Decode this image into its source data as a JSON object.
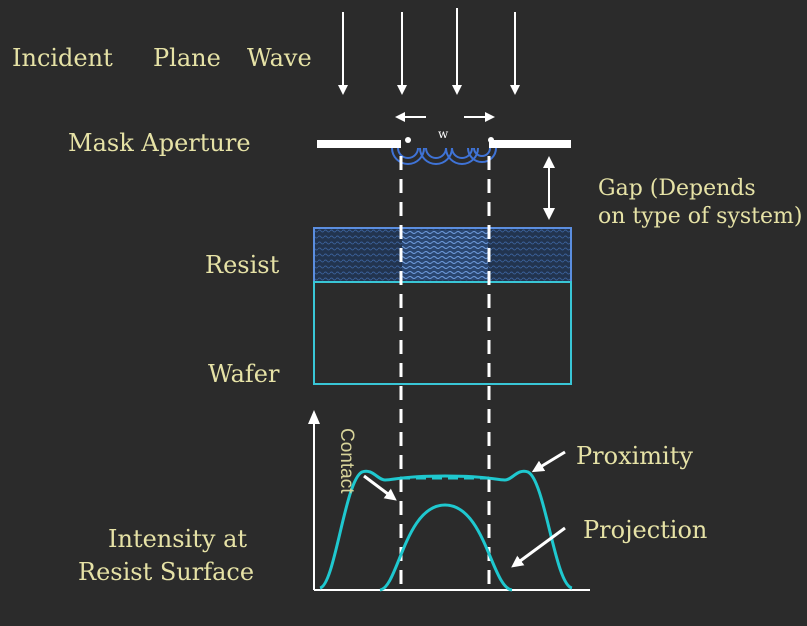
{
  "labels": {
    "incident": "Incident",
    "plane": "Plane",
    "wave": "Wave",
    "mask_aperture": "Mask  Aperture",
    "aperture_width": "w",
    "gap_line1": "Gap (Depends",
    "gap_line2": "on type of system)",
    "resist": "Resist",
    "wafer": "Wafer",
    "contact": "Contact",
    "proximity": "Proximity",
    "projection": "Projection",
    "intensity_line1": "Intensity at",
    "intensity_line2": "Resist Surface"
  },
  "colors": {
    "background": "#2b2b2b",
    "label_text": "#e6e2a6",
    "arrow_white": "#ffffff",
    "resist_fill": "#243a5e",
    "wafer_outline": "#39c6d6",
    "resist_outline": "#5b8ee0",
    "curve_cyan": "#1fc8cf",
    "diffraction_blue": "#3f73d6"
  }
}
